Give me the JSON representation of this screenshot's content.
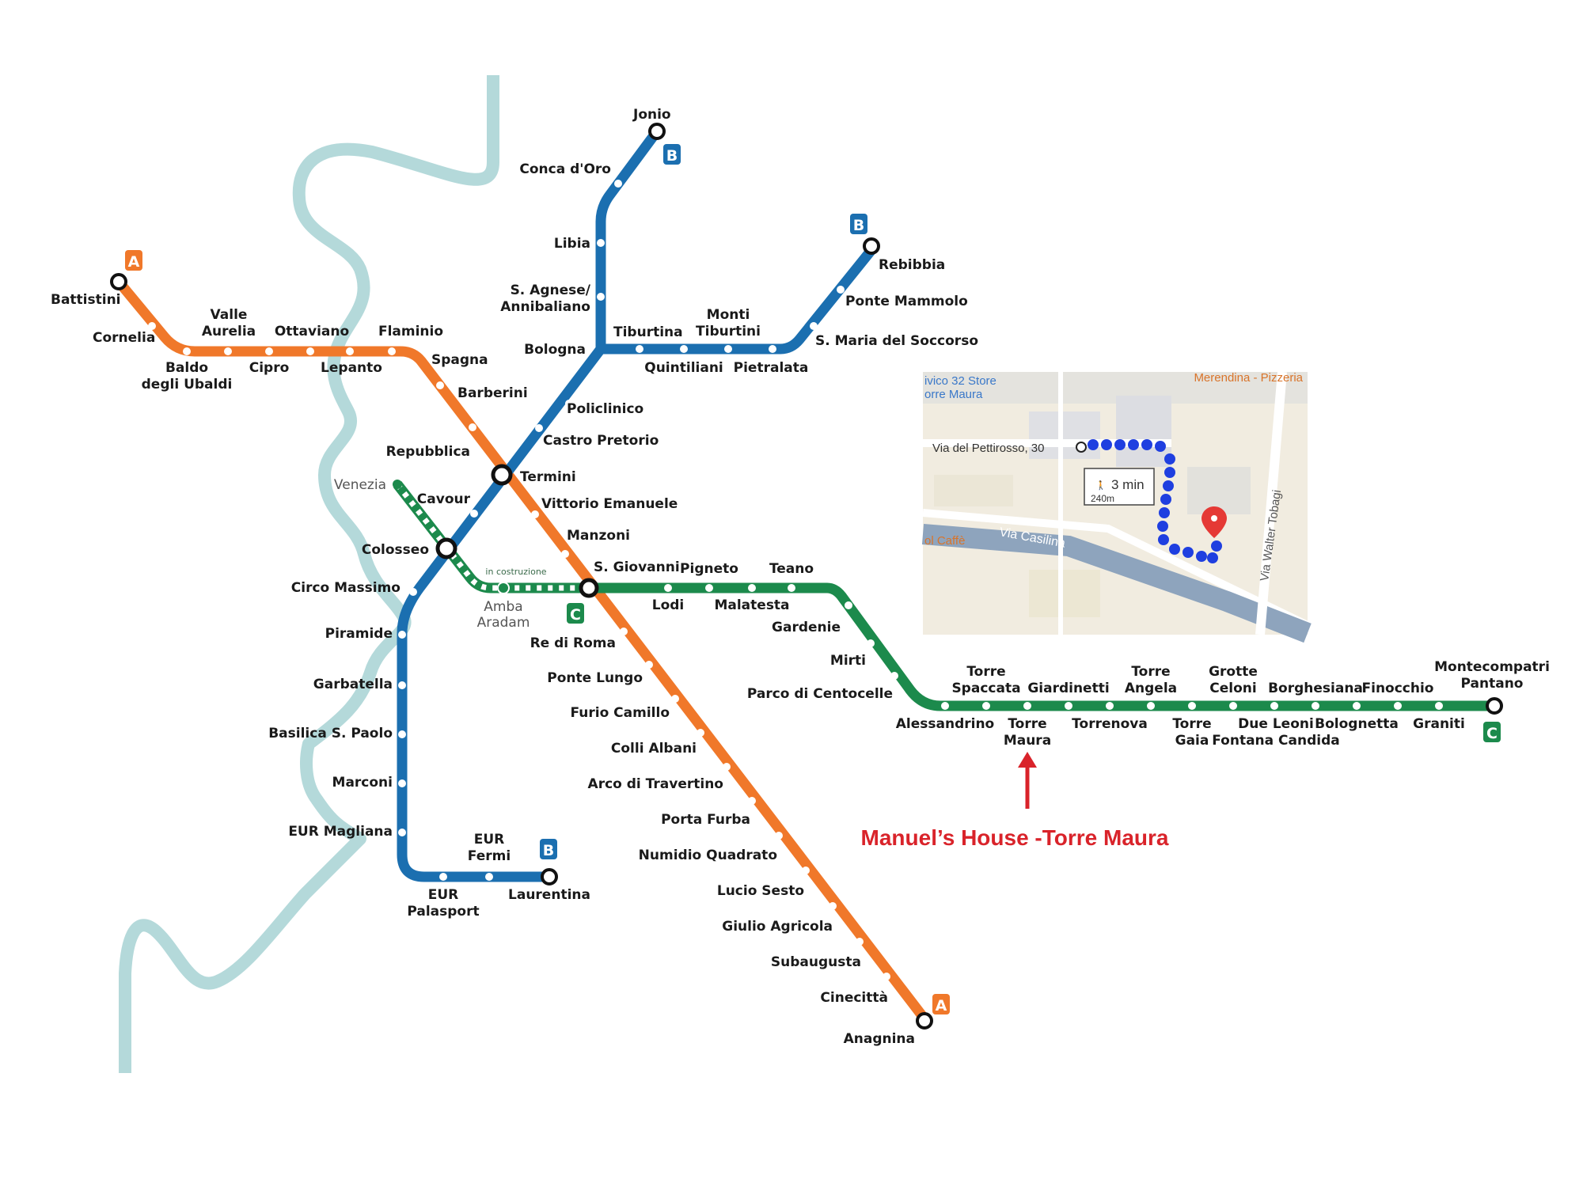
{
  "colors": {
    "line_a": "#f0782a",
    "line_b": "#1b6fb0",
    "line_c": "#1c8a4c",
    "river": "#b4d9da",
    "annotation": "#d9232a",
    "route_dots": "#1f3fe0"
  },
  "badges": {
    "a": "A",
    "b": "B",
    "c": "C"
  },
  "stations": {
    "a": {
      "battistini": "Battistini",
      "cornelia": "Cornelia",
      "baldo_1": "Baldo",
      "baldo_2": "degli Ubaldi",
      "valle_1": "Valle",
      "valle_2": "Aurelia",
      "cipro": "Cipro",
      "ottaviano": "Ottaviano",
      "lepanto": "Lepanto",
      "flaminio": "Flaminio",
      "spagna": "Spagna",
      "barberini": "Barberini",
      "repubblica": "Repubblica",
      "termini": "Termini",
      "vittorio": "Vittorio Emanuele",
      "manzoni": "Manzoni",
      "sgiovanni": "S. Giovanni",
      "re_di_roma": "Re di Roma",
      "ponte_lungo": "Ponte Lungo",
      "furio_camillo": "Furio Camillo",
      "colli_albani": "Colli Albani",
      "arco": "Arco di Travertino",
      "porta_furba": "Porta Furba",
      "numidio": "Numidio Quadrato",
      "lucio_sesto": "Lucio Sesto",
      "giulio_agricola": "Giulio Agricola",
      "subaugusta": "Subaugusta",
      "cinecitta": "Cinecittà",
      "anagnina": "Anagnina"
    },
    "b": {
      "jonio": "Jonio",
      "conca": "Conca d'Oro",
      "libia": "Libia",
      "sagnese_1": "S. Agnese/",
      "sagnese_2": "Annibaliano",
      "bologna": "Bologna",
      "tiburtina": "Tiburtina",
      "monti_1": "Monti",
      "monti_2": "Tiburtini",
      "quintiliani": "Quintiliani",
      "pietralata": "Pietralata",
      "smaria": "S. Maria del Soccorso",
      "ponte_mammolo": "Ponte Mammolo",
      "rebibbia": "Rebibbia",
      "policlinico": "Policlinico",
      "castro": "Castro Pretorio",
      "cavour": "Cavour",
      "colosseo": "Colosseo",
      "circo": "Circo Massimo",
      "piramide": "Piramide",
      "garbatella": "Garbatella",
      "basilica": "Basilica S. Paolo",
      "marconi": "Marconi",
      "eur_magliana": "EUR Magliana",
      "eur_palasport_1": "EUR",
      "eur_palasport_2": "Palasport",
      "eur_fermi_1": "EUR",
      "eur_fermi_2": "Fermi",
      "laurentina": "Laurentina"
    },
    "c": {
      "venezia": "Venezia",
      "in_costruzione": "in costruzione",
      "amba_1": "Amba",
      "amba_2": "Aradam",
      "lodi": "Lodi",
      "pigneto": "Pigneto",
      "malatesta": "Malatesta",
      "teano": "Teano",
      "gardenie": "Gardenie",
      "mirti": "Mirti",
      "centocelle": "Parco di Centocelle",
      "alessandrino": "Alessandrino",
      "torre_spaccata_1": "Torre",
      "torre_spaccata_2": "Spaccata",
      "torre_maura_1": "Torre",
      "torre_maura_2": "Maura",
      "giardinetti": "Giardinetti",
      "torrenova": "Torrenova",
      "torre_angela_1": "Torre",
      "torre_angela_2": "Angela",
      "torre_gaia_1": "Torre",
      "torre_gaia_2": "Gaia",
      "grotte_1": "Grotte",
      "grotte_2": "Celoni",
      "due_leoni_1": "Due Leoni",
      "due_leoni_2": "Fontana Candida",
      "borghesiana": "Borghesiana",
      "bolognetta": "Bolognetta",
      "finocchio": "Finocchio",
      "graniti": "Graniti",
      "montecompatri_1": "Montecompatri",
      "montecompatri_2": "Pantano"
    }
  },
  "inset_map": {
    "store": "ivico 32 Store",
    "store_2": "orre Maura",
    "pizzeria": "Merendina - Pizzeria",
    "address": "Via del Pettirosso, 30",
    "walk_time": "3 min",
    "walk_dist": "240m",
    "casilina": "Via Casilina",
    "caffe": "ol Caffè",
    "tobagi": "Via Walter Tobagi"
  },
  "annotation": {
    "label": "Manuel’s House -Torre Maura"
  }
}
